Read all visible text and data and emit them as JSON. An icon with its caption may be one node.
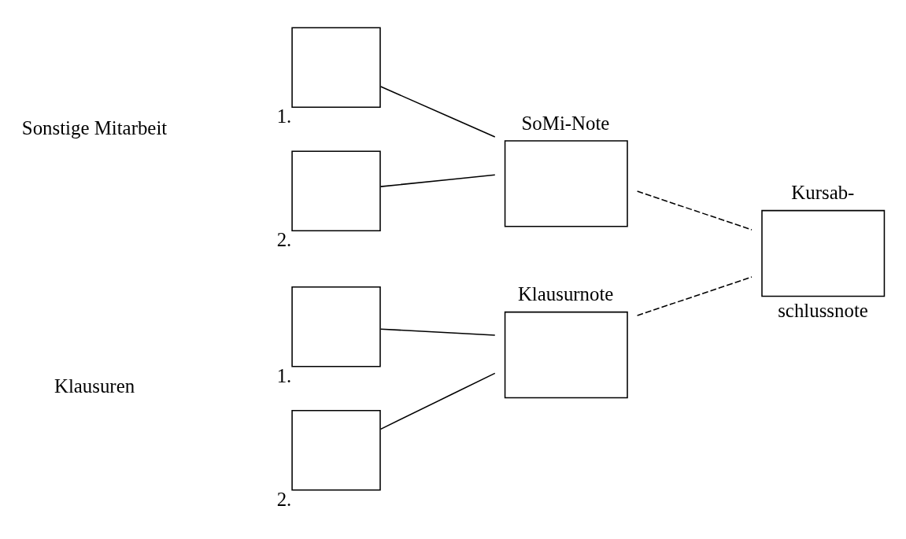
{
  "diagram": {
    "nodes": [
      {
        "text": [],
        "shape": "box",
        "beside": [
          "1."
        ]
      },
      {
        "text": [],
        "shape": "box",
        "beside": [
          "2."
        ]
      },
      {
        "text": [
          "Klausurnote"
        ]
      },
      {
        "text": [],
        "shape": "box",
        "beside": [
          "1."
        ]
      },
      {
        "text": [],
        "shape": "box",
        "beside": [
          "2."
        ]
      },
      {
        "text": [
          "SoMi-Note"
        ]
      },
      {
        "text": [
          "Kursab-",
          "schlussnote"
        ]
      }
    ],
    "edges": [
      {
        "from": 0,
        "to": 2,
        "arrow": "none"
      },
      {
        "from": 1,
        "to": 2,
        "arrow": "none"
      },
      {
        "from": 3,
        "to": 5,
        "arrow": "none"
      },
      {
        "from": 4,
        "to": 5,
        "arrow": "none"
      },
      {
        "from": 2,
        "to": 6,
        "arrow": "none",
        "style": "dashed"
      },
      {
        "from": 5,
        "to": 6,
        "arrow": "none",
        "style": "dashed"
      }
    ],
    "labels": [
      "Klausuren",
      "Sonstige Mitarbeit"
    ]
  }
}
